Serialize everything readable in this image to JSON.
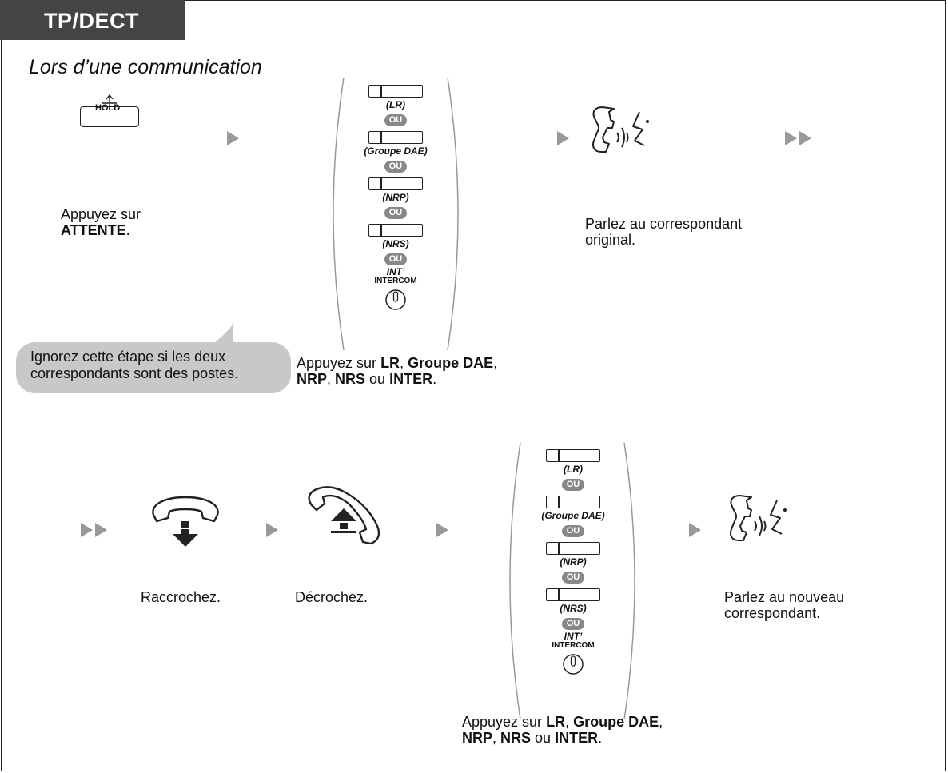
{
  "header": {
    "tab": "TP/DECT",
    "subtitle": "Lors d’une communication"
  },
  "steps_row1": {
    "hold_icon_label": "HOLD",
    "step1_text": "Appuyez sur",
    "step1_bold": "ATTENTE",
    "step1_end": ".",
    "tip": [
      "Ignorez cette étape si les deux",
      "correspondants sont des postes."
    ],
    "step2_line1": {
      "pre": "Appuyez sur ",
      "b1": "LR",
      "s1": ", ",
      "b2": "Groupe DAE",
      "s2": ","
    },
    "step2_line2": {
      "b3": "NRP",
      "s3": ", ",
      "b4": "NRS",
      "s4": " ou ",
      "b5": "INTER",
      "s5": "."
    },
    "step3_text": [
      "Parlez au correspondant",
      "original."
    ]
  },
  "key_stack": {
    "labels": [
      "(LR)",
      "(Groupe DAE)",
      "(NRP)",
      "(NRS)"
    ],
    "ou": "OU",
    "int_label": "INT’",
    "intercom": "INTERCOM"
  },
  "steps_row2": {
    "hangup_text": "Raccrochez.",
    "offhook_text": "Décrochez.",
    "step2_line1": {
      "pre": "Appuyez sur ",
      "b1": "LR",
      "s1": ", ",
      "b2": "Groupe DAE",
      "s2": ","
    },
    "step2_line2": {
      "b3": "NRP",
      "s3": ", ",
      "b4": "NRS",
      "s4": " ou ",
      "b5": "INTER",
      "s5": "."
    },
    "talk_text": [
      "Parlez au nouveau",
      "correspondant."
    ]
  },
  "colors": {
    "tab_bg": "#444444",
    "arrow": "#999999",
    "bubble": "#c8c8c8",
    "ou_badge": "#888888"
  },
  "icons": [
    "hold-button-icon",
    "talk-handset-icon",
    "hang-up-icon",
    "off-hook-icon",
    "intercom-dial-icon"
  ]
}
